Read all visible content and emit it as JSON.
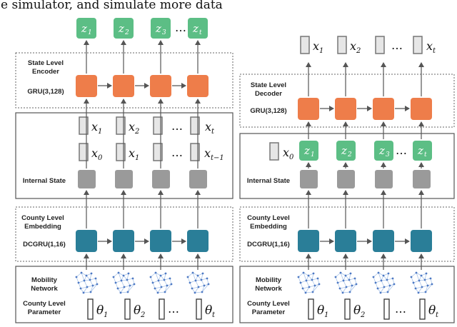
{
  "caption_fragment": "e simulator, and simulate more data",
  "colors": {
    "orange": "#ee7d4a",
    "teal": "#2a7e98",
    "green": "#5cbe85",
    "gray_box": "#9a9a9a",
    "outline": "#555555",
    "edge": "#a9c4e8",
    "node": "#4d79c4"
  },
  "left": {
    "encoder_label_1": "State Level",
    "encoder_label_2": "Encoder",
    "gru_label": "GRU(3,128)",
    "internal_state": "Internal State",
    "county_1": "County Level",
    "county_2": "Embedding",
    "dcgru": "DCGRU(1,16)",
    "mobility_1": "Mobility",
    "mobility_2": "Network",
    "param_1": "County Level",
    "param_2": "Parameter",
    "z_subs": [
      "1",
      "2",
      "3",
      "t"
    ],
    "x_subs": [
      "1",
      "2",
      "",
      "t"
    ],
    "xprev_subs": [
      "0",
      "1",
      "",
      "t−1"
    ],
    "theta_subs": [
      "1",
      "2",
      "",
      "t"
    ]
  },
  "right": {
    "decoder_label_1": "State Level",
    "decoder_label_2": "Decoder",
    "gru_label": "GRU(3,128)",
    "internal_state": "Internal State",
    "county_1": "County Level",
    "county_2": "Embedding",
    "dcgru": "DCGRU(1,16)",
    "mobility_1": "Mobility",
    "mobility_2": "Network",
    "param_1": "County Level",
    "param_2": "Parameter",
    "x_subs": [
      "1",
      "2",
      "",
      "t"
    ],
    "x0_sub": "0",
    "z_subs": [
      "1",
      "2",
      "3",
      "t"
    ],
    "theta_subs": [
      "1",
      "2",
      "",
      "t"
    ]
  },
  "symbols": {
    "z": "z",
    "x": "x",
    "theta": "θ",
    "ellipsis": "…"
  }
}
